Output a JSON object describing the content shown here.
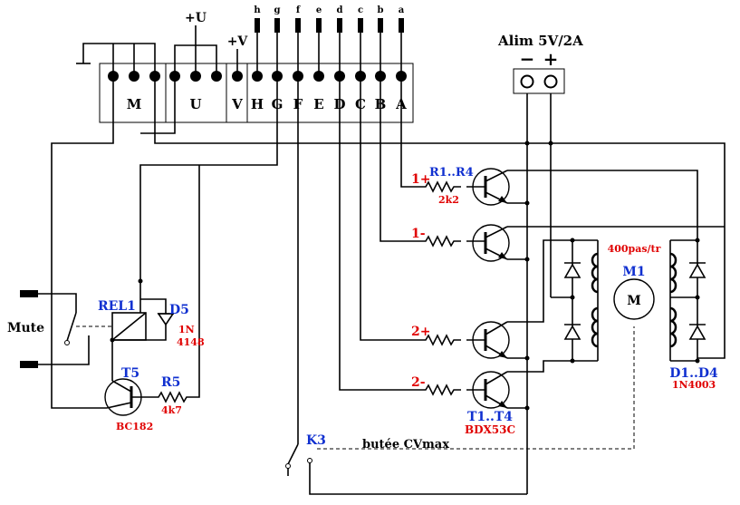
{
  "connector": {
    "top_pins": [
      "h",
      "g",
      "f",
      "e",
      "d",
      "c",
      "b",
      "a"
    ],
    "block_labels": [
      "M",
      "U",
      "V",
      "H",
      "G",
      "F",
      "E",
      "D",
      "C",
      "B",
      "A"
    ],
    "plus_u": "+U",
    "plus_v": "+V"
  },
  "power": {
    "label": "Alim  5V/2A",
    "minus": "−",
    "plus": "+"
  },
  "resistors_group": {
    "name": "R1..R4",
    "value": "2k2"
  },
  "phase_labels": [
    "1+",
    "1-",
    "2+",
    "2-"
  ],
  "motor": {
    "name": "M1",
    "symbol": "M",
    "steps": "400pas/tr"
  },
  "diodes_group": {
    "name": "D1..D4",
    "value": "1N4003"
  },
  "transistors_group": {
    "name": "T1..T4",
    "value": "BDX53C"
  },
  "relay": {
    "name": "REL1"
  },
  "d5": {
    "name": "D5",
    "value_line1": "1N",
    "value_line2": "4148"
  },
  "t5": {
    "name": "T5",
    "value": "BC182"
  },
  "r5": {
    "name": "R5",
    "value": "4k7"
  },
  "mute": "Mute",
  "k3": {
    "name": "K3",
    "note": "butée   CVmax"
  }
}
